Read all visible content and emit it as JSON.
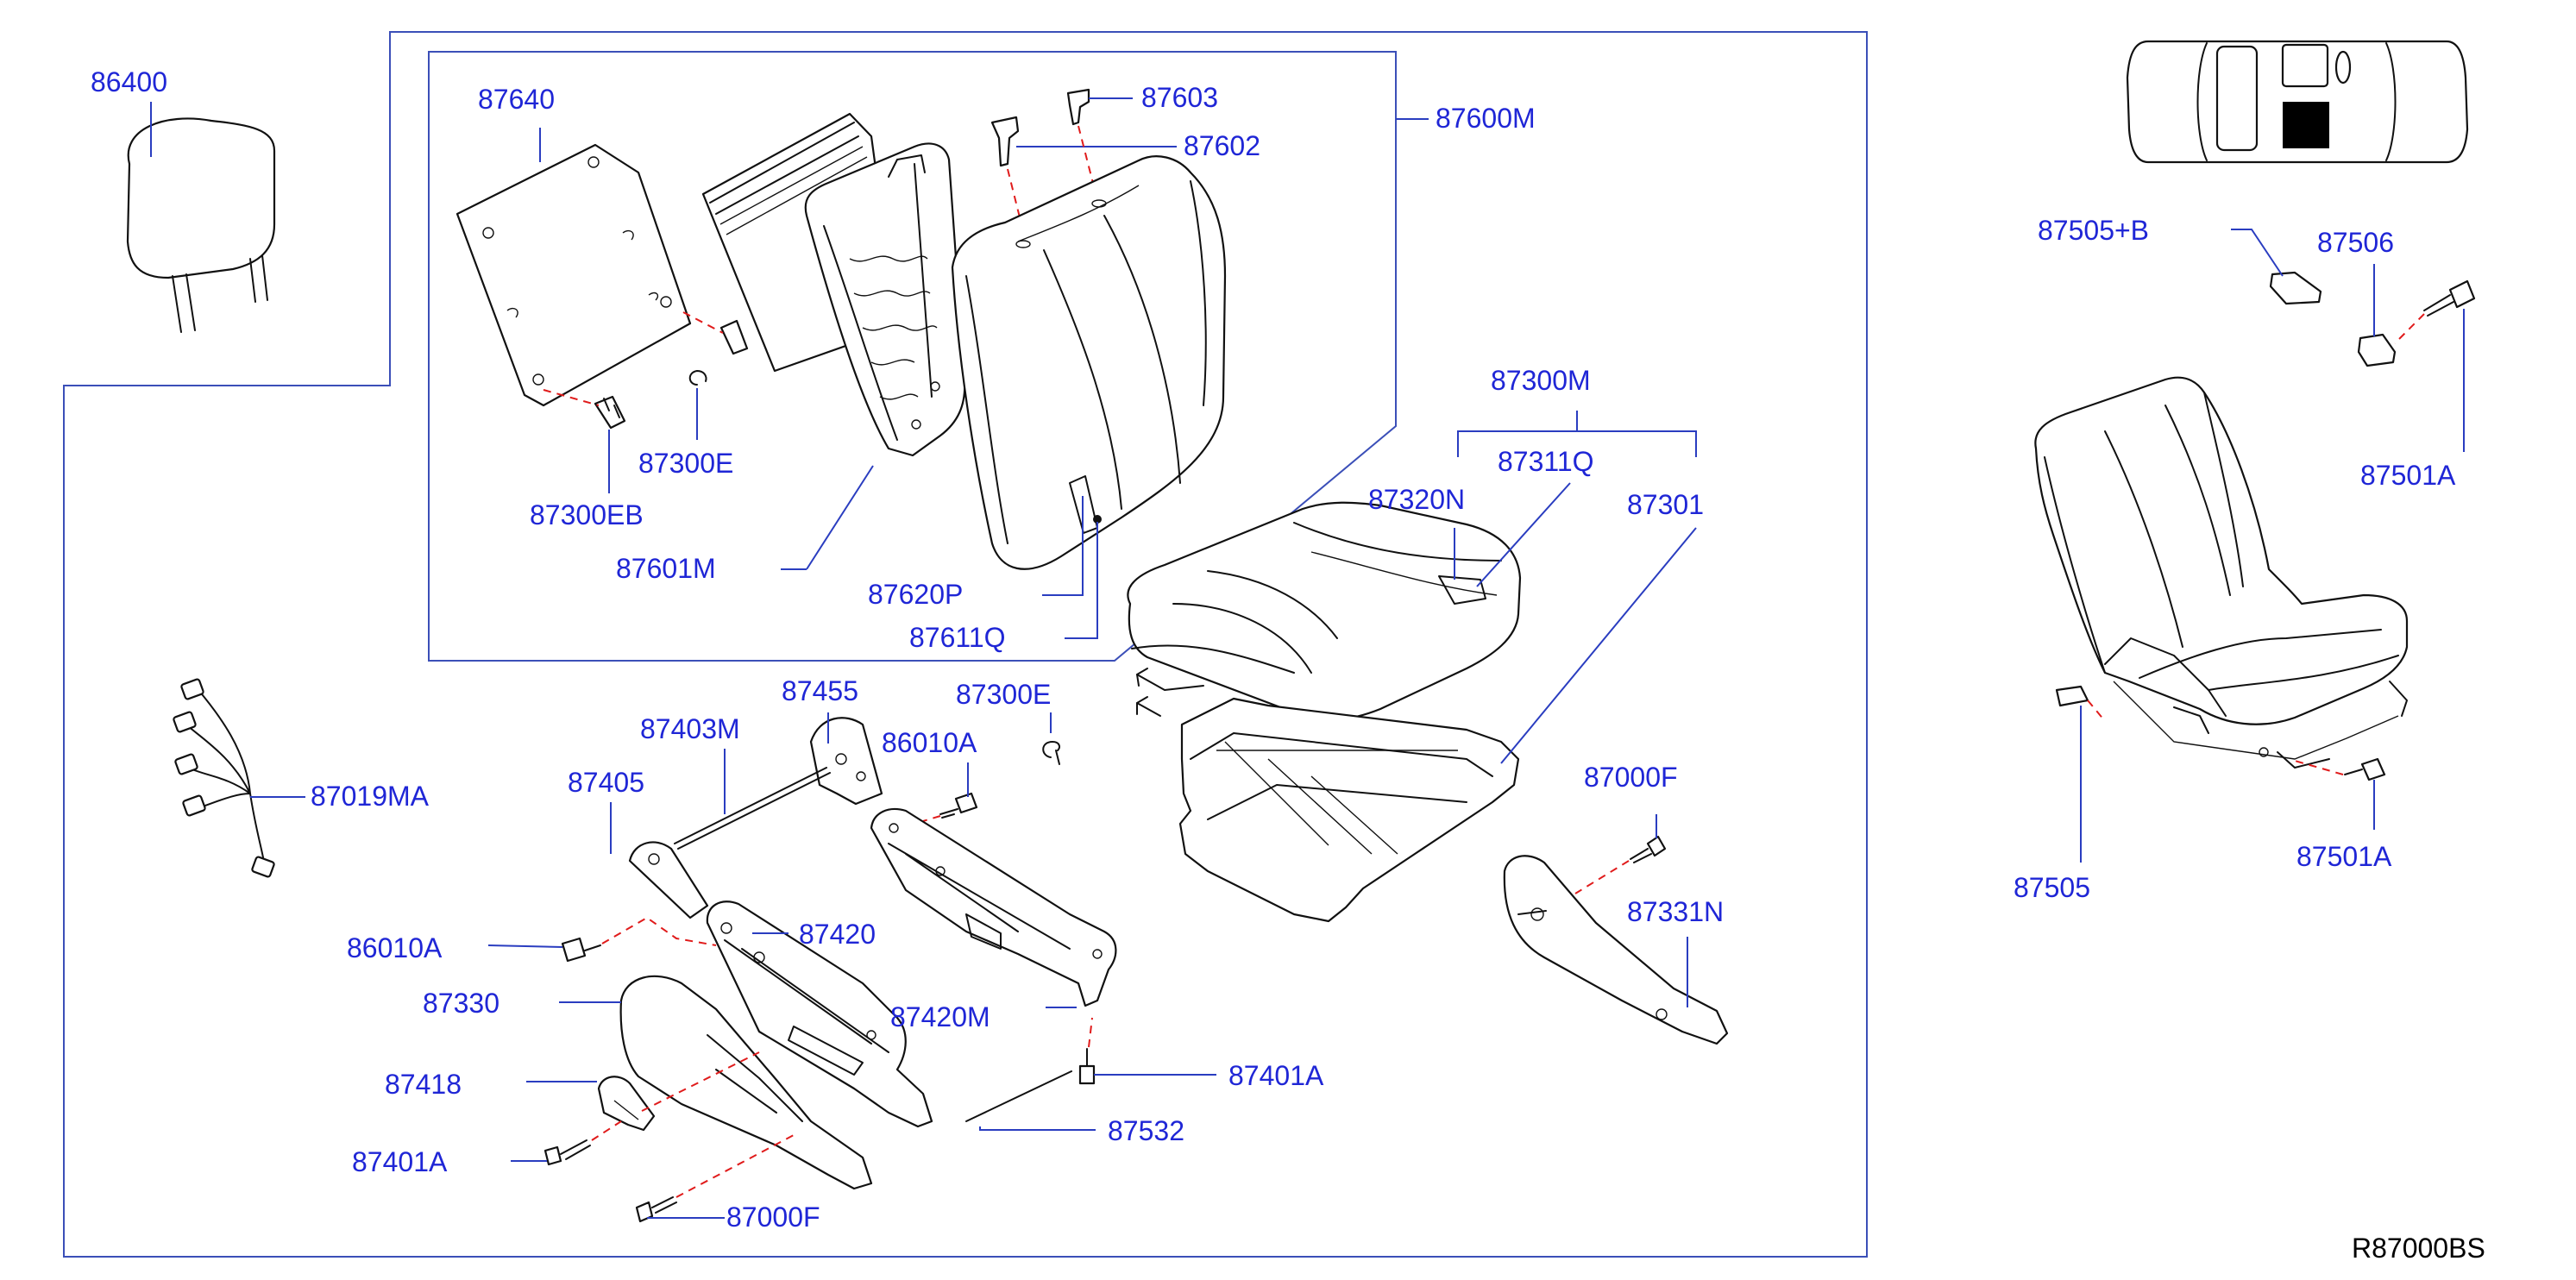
{
  "diagram": {
    "code": "R87000BS",
    "labels": [
      "86400",
      "87640",
      "87603",
      "87602",
      "87600M",
      "87300E",
      "87300EB",
      "87601M",
      "87620P",
      "87611Q",
      "87300M",
      "87320N",
      "87311Q",
      "87301",
      "87019MA",
      "87455",
      "87403M",
      "87405",
      "86010A",
      "87300E",
      "87420",
      "86010A",
      "87330",
      "87420M",
      "87418",
      "87401A",
      "87401A",
      "87532",
      "87000F",
      "87000F",
      "87331N",
      "87505+B",
      "87506",
      "87501A",
      "87505",
      "87501A"
    ]
  },
  "colors": {
    "label": "#1f26d6",
    "frame": "#3b4fb8",
    "dashed_leader": "#e01b1b",
    "line_art": "#111111"
  }
}
